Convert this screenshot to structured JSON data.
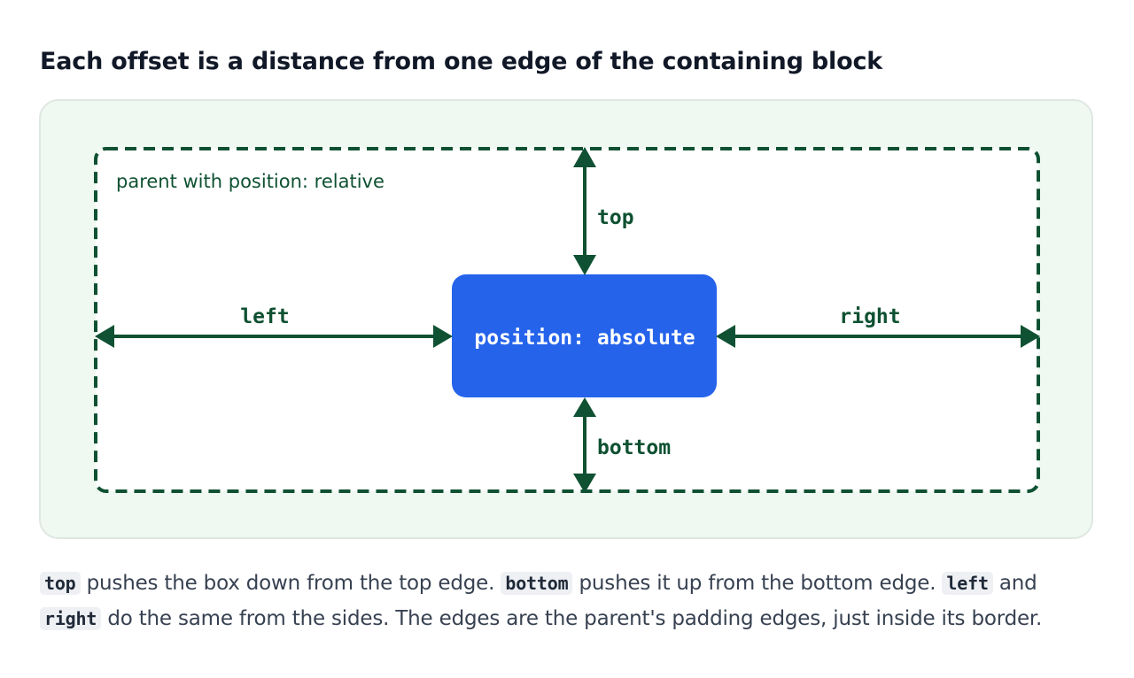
{
  "heading": "Each offset is a distance from one edge of the containing block",
  "diagram": {
    "parent_label": "parent with position: relative",
    "child_label": "position: absolute",
    "offsets": {
      "top": "top",
      "bottom": "bottom",
      "left": "left",
      "right": "right"
    }
  },
  "caption": {
    "code_top": "top",
    "text_1": " pushes the box down from the top edge. ",
    "code_bottom": "bottom",
    "text_2": " pushes it up from the bottom edge. ",
    "code_left": "left",
    "text_3": " and ",
    "code_right": "right",
    "text_4": " do the same from the sides. The edges are the parent's padding edges, just inside its border."
  },
  "colors": {
    "accent_green": "#0f5132",
    "child_blue": "#2563eb",
    "panel_bg": "#f0f8f2",
    "panel_border": "#dfe7e2"
  }
}
